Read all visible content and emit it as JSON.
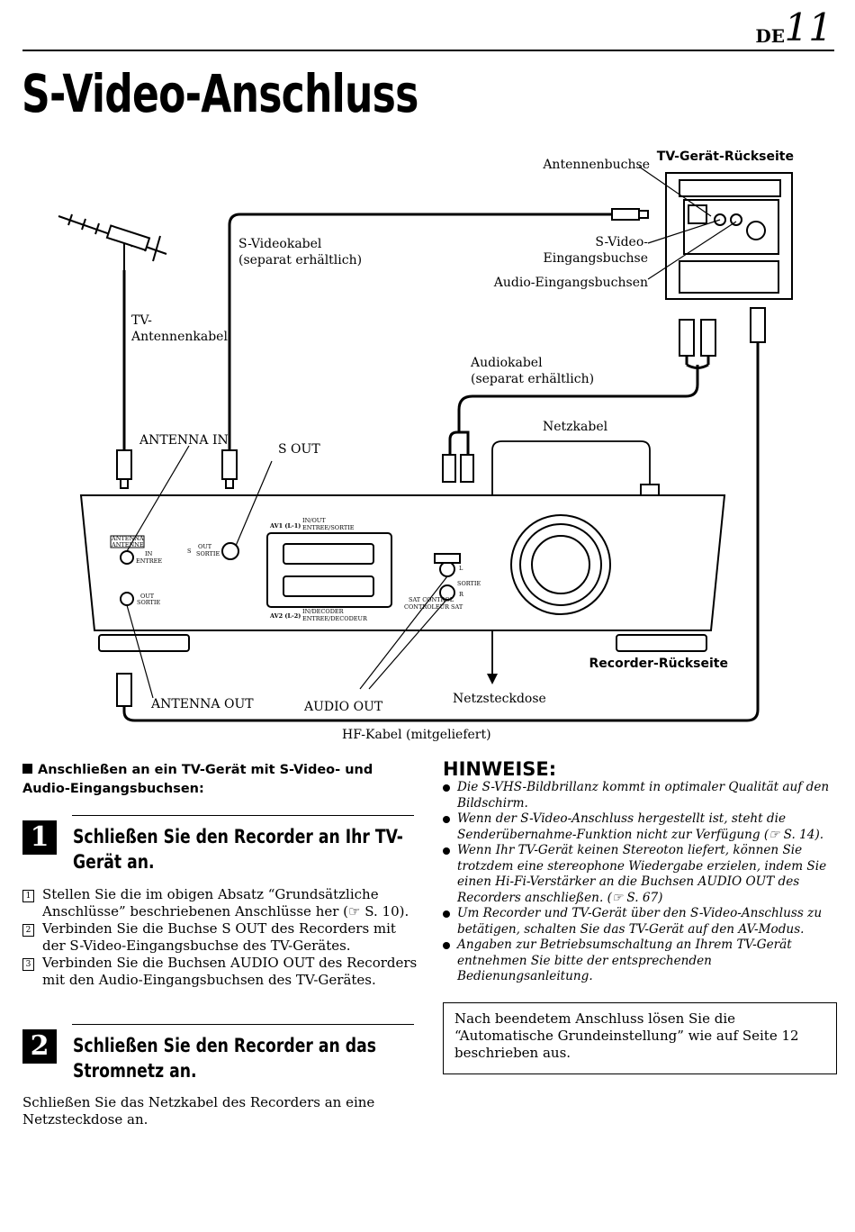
{
  "header": {
    "lang": "DE",
    "page_number": "11"
  },
  "title": "S-Video-Anschluss",
  "diagram": {
    "tv_rear_label": "TV-Gerät-Rückseite",
    "antenna_jack": "Antennenbuchse",
    "svideo_cable_1": "S-Videokabel",
    "svideo_cable_2": "(separat erhältlich)",
    "svideo_input_1": "S-Video-",
    "svideo_input_2": "Eingangsbuchse",
    "audio_inputs": "Audio-Eingangsbuchsen",
    "tv_antenna_cable_1": "TV-",
    "tv_antenna_cable_2": "Antennenkabel",
    "audio_cable_1": "Audiokabel",
    "audio_cable_2": "(separat erhältlich)",
    "power_cable": "Netzkabel",
    "antenna_in": "ANTENNA IN",
    "s_out": "S OUT",
    "recorder_rear": "Recorder-Rückseite",
    "antenna_out": "ANTENNA OUT",
    "audio_out": "AUDIO OUT",
    "outlet": "Netzsteckdose",
    "rf_cable": "HF-Kabel (mitgeliefert)",
    "panel": {
      "antenna_1": "ANTENNA",
      "antenna_2": "ANTENNE",
      "in_1": "IN",
      "in_2": "ENTREE",
      "out_1": "OUT",
      "out_2": "SORTIE",
      "s": "S",
      "s_out_1": "OUT",
      "s_out_2": "SORTIE",
      "av1": "AV1 (L-1)",
      "av1_desc_1": "IN/OUT",
      "av1_desc_2": "ENTREE/SORTIE",
      "av2": "AV2 (L-2)",
      "av2_desc_1": "IN/DECODER",
      "av2_desc_2": "ENTREE/DECODEUR",
      "audio_l": "L",
      "audio_r": "R",
      "audio_sortie": "SORTIE",
      "sat_1": "SAT CONTROL",
      "sat_2": "CONTROLEUR SAT"
    }
  },
  "intro": "Anschließen an ein TV-Gerät mit S-Video- und Audio-Eingangsbuchsen:",
  "step1": {
    "number": "1",
    "heading": "Schließen Sie den Recorder an Ihr TV-Gerät an.",
    "items": [
      {
        "n": "1",
        "text": "Stellen Sie die im obigen Absatz “Grundsätzliche Anschlüsse” beschriebenen Anschlüsse her (☞ S. 10)."
      },
      {
        "n": "2",
        "text": "Verbinden Sie die Buchse S OUT des Recorders mit der S-Video-Eingangsbuchse des TV-Gerätes."
      },
      {
        "n": "3",
        "text": "Verbinden Sie die Buchsen AUDIO OUT des Recorders mit den Audio-Eingangsbuchsen des TV-Gerätes."
      }
    ]
  },
  "step2": {
    "number": "2",
    "heading": "Schließen Sie den Recorder an das Stromnetz an.",
    "text": "Schließen Sie das Netzkabel des Recorders an eine Netzsteckdose an."
  },
  "notes": {
    "title": "HINWEISE:",
    "items": [
      "Die S-VHS-Bildbrillanz kommt in optimaler Qualität auf den Bildschirm.",
      "Wenn der S-Video-Anschluss hergestellt ist, steht die Senderübernahme-Funktion nicht zur Verfügung (☞ S. 14).",
      "Wenn Ihr TV-Gerät keinen Stereoton liefert, können Sie trotzdem eine stereophone Wiedergabe erzielen, indem Sie einen Hi-Fi-Verstärker an die Buchsen AUDIO OUT des Recorders anschließen. (☞ S. 67)",
      "Um Recorder und TV-Gerät über den S-Video-Anschluss zu betätigen, schalten Sie das TV-Gerät auf den AV-Modus.",
      "Angaben zur Betriebsumschaltung an Ihrem TV-Gerät entnehmen Sie bitte der entsprechenden Bedienungsanleitung."
    ]
  },
  "info_box": "Nach beendetem Anschluss lösen Sie die “Automatische Grundeinstellung” wie auf Seite 12 beschrieben aus."
}
